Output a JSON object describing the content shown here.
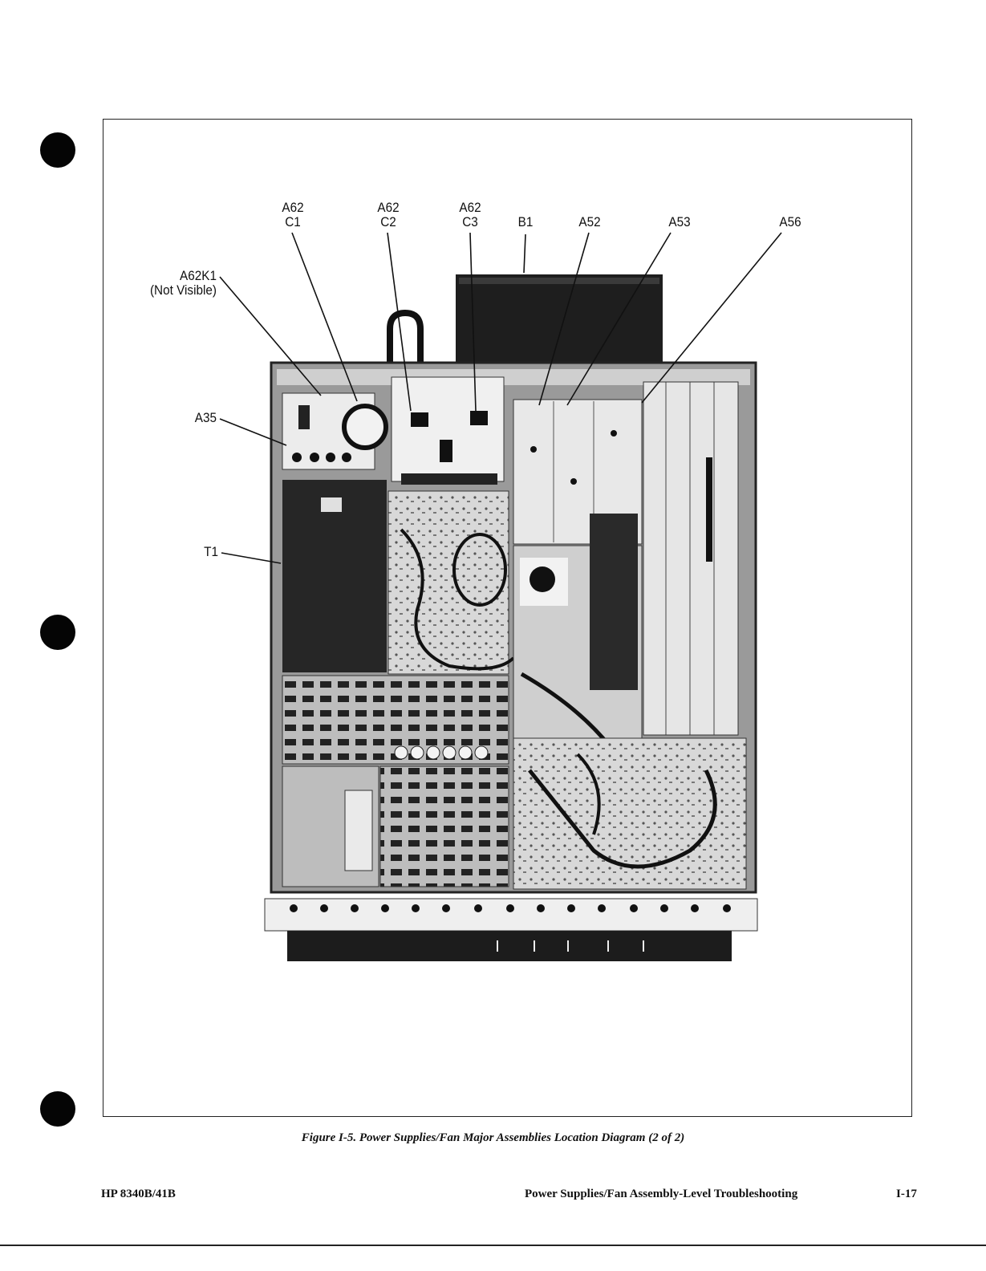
{
  "callouts": {
    "a62c1": {
      "line1": "A62",
      "line2": "C1"
    },
    "a62c2": {
      "line1": "A62",
      "line2": "C2"
    },
    "a62c3": {
      "line1": "A62",
      "line2": "C3"
    },
    "b1": "B1",
    "a52": "A52",
    "a53": "A53",
    "a56": "A56",
    "a62k1": {
      "line1": "A62K1",
      "line2": "(Not Visible)"
    },
    "a35": "A35",
    "t1": "T1"
  },
  "caption": "Figure I-5. Power Supplies/Fan Major Assemblies Location Diagram (2 of 2)",
  "footer": {
    "model": "HP 8340B/41B",
    "section": "Power Supplies/Fan Assembly-Level Troubleshooting",
    "page": "I-17"
  }
}
